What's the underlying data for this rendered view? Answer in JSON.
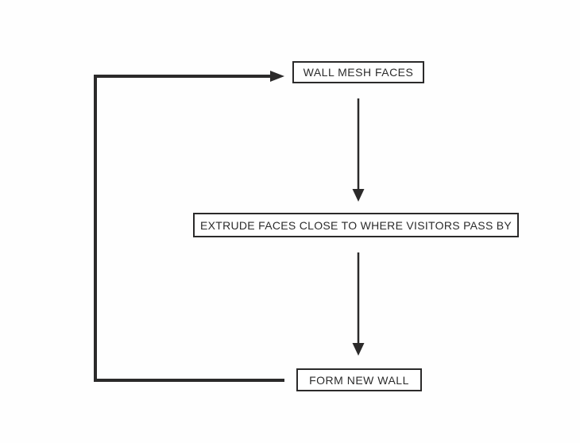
{
  "diagram": {
    "type": "flowchart",
    "background_color": "#ffffff",
    "line_color": "#2b2a2a",
    "text_color": "#2b2b2b",
    "nodes": [
      {
        "id": "wall-mesh-faces",
        "label": "WALL MESH FACES"
      },
      {
        "id": "extrude-faces",
        "label": "EXTRUDE FACES CLOSE TO WHERE VISITORS PASS BY"
      },
      {
        "id": "form-new-wall",
        "label": "FORM NEW WALL"
      }
    ],
    "edges": [
      {
        "from": "wall-mesh-faces",
        "to": "extrude-faces",
        "style": "straight-down-arrow"
      },
      {
        "from": "extrude-faces",
        "to": "form-new-wall",
        "style": "straight-down-arrow"
      },
      {
        "from": "form-new-wall",
        "to": "wall-mesh-faces",
        "style": "feedback-loop-left-arrow"
      }
    ]
  }
}
